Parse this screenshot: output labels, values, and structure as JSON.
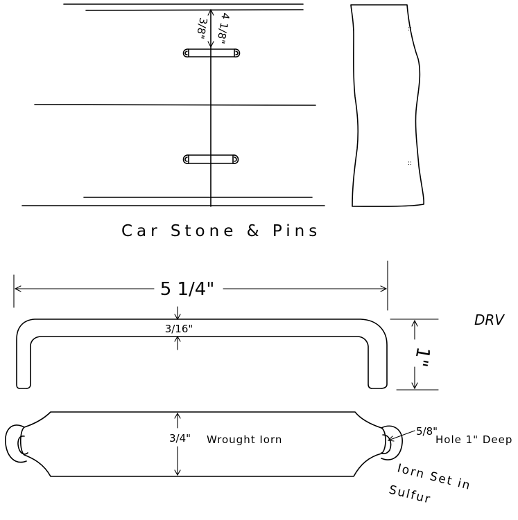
{
  "drawing": {
    "caption": "Car Stone & Pins",
    "pin_spacing_label": "4 1/8\"",
    "pin_offset_label": "3/8\"",
    "handle_width_label": "5 1/4\"",
    "handle_height_label": "1\"",
    "bar_thickness_label": "3/16\"",
    "bar_section_label": "3/4\"",
    "material_label": "Wrought Iorn",
    "hole_label_frac": "5/8\"",
    "hole_label_text": "Hole 1\" Deep",
    "set_label_line1": "Iorn Set in",
    "set_label_line2": "Sulfur",
    "initials": "DRV"
  }
}
